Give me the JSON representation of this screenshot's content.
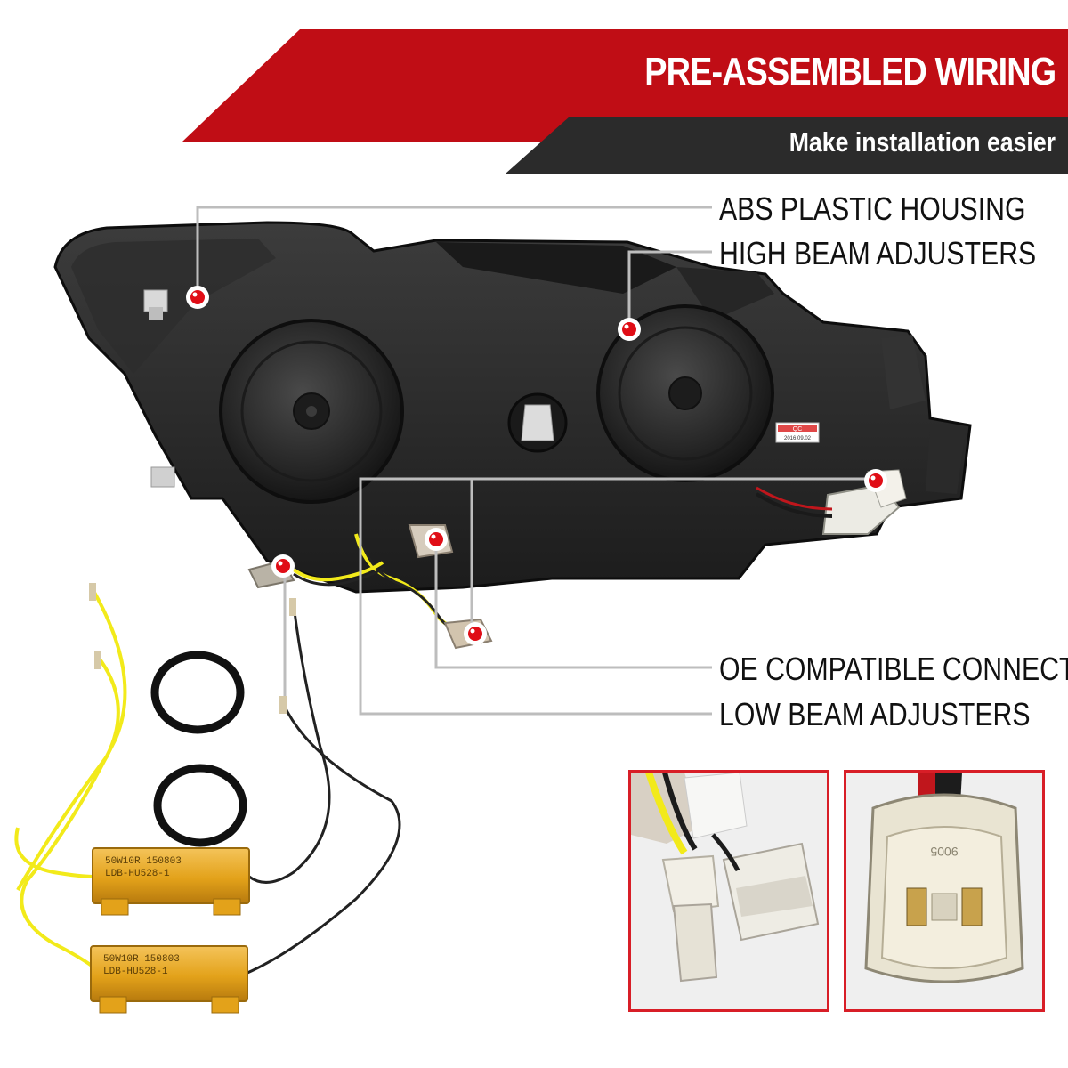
{
  "banner": {
    "title": "PRE-ASSEMBLED WIRING",
    "subtitle": "Make installation easier"
  },
  "features": [
    "ABS PLASTIC HOUSING",
    "HIGH BEAM ADJUSTERS",
    "OE COMPATIBLE CONNECTOR",
    "LOW BEAM ADJUSTERS"
  ],
  "product_labels": {
    "qc_sticker": "QC",
    "qc_date": "2016.09.02",
    "resistor_text_line1": "50W10R 150803",
    "resistor_text_line2": "LDB-HU528-1",
    "connector_label": "9005"
  },
  "colors": {
    "accent_red": "#c00d15",
    "banner_dark": "#2b2b2b",
    "inset_border": "#d81e27",
    "wire_yellow": "#f2ea1a",
    "resistor_gold": "#e3a21a"
  }
}
